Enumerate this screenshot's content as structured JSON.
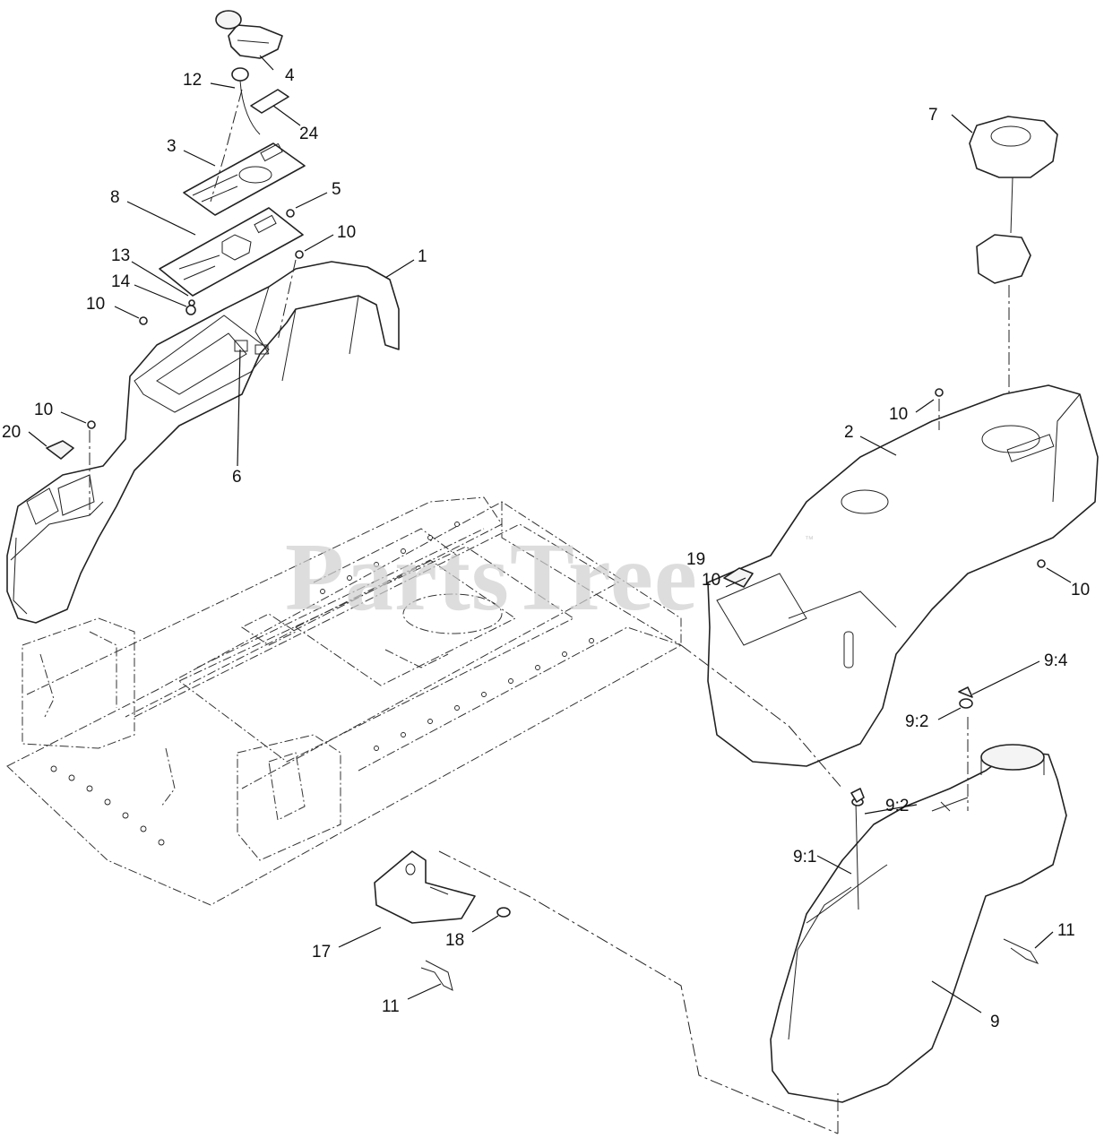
{
  "watermark": {
    "text": "PartsTree",
    "trademark": "™"
  },
  "callouts": {
    "c1": "1",
    "c2": "2",
    "c3": "3",
    "c4": "4",
    "c5": "5",
    "c6": "6",
    "c7": "7",
    "c8": "8",
    "c9": "9",
    "c9_1": "9:1",
    "c9_2a": "9:2",
    "c9_2b": "9:2",
    "c9_4": "9:4",
    "c10a": "10",
    "c10b": "10",
    "c10c": "10",
    "c10d": "10",
    "c10e": "10",
    "c10f": "10",
    "c11a": "11",
    "c11b": "11",
    "c12": "12",
    "c13": "13",
    "c14": "14",
    "c17": "17",
    "c18": "18",
    "c19": "19",
    "c20": "20",
    "c24": "24"
  }
}
